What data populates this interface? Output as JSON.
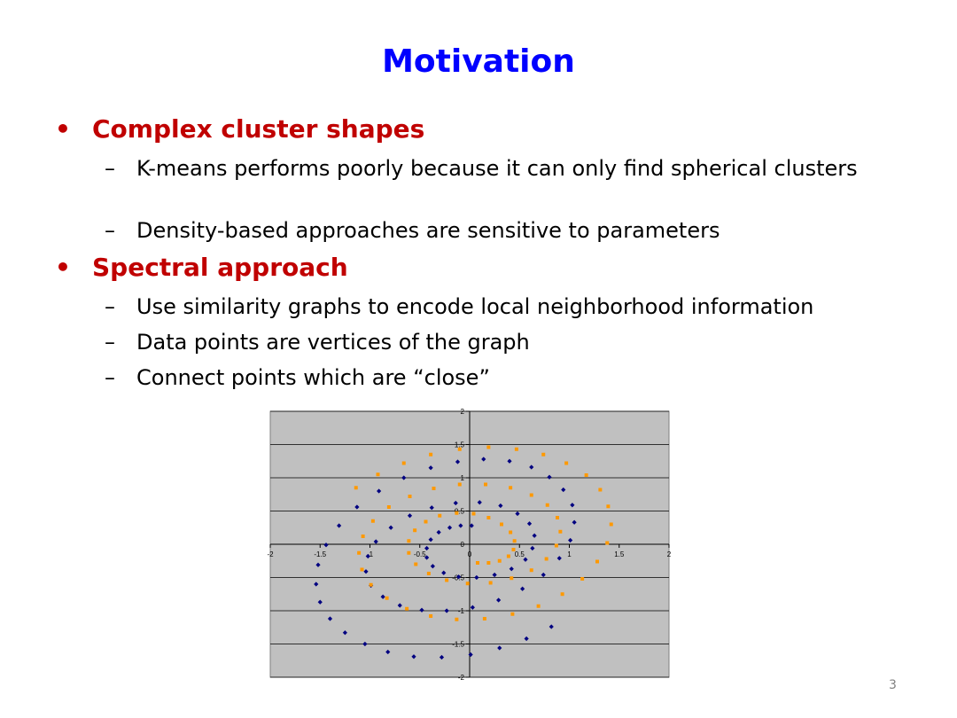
{
  "slide": {
    "title": "Motivation",
    "page_number": "3"
  },
  "bullets": [
    {
      "glyph": "•",
      "text": "Complex cluster shapes",
      "subs": [
        {
          "glyph": "–",
          "text": "K-means performs poorly because it can only find spherical clusters"
        },
        {
          "glyph": "–",
          "text": "Density-based approaches are sensitive to parameters"
        }
      ]
    },
    {
      "glyph": "•",
      "text": "Spectral approach",
      "subs": [
        {
          "glyph": "–",
          "text": "Use similarity graphs to encode local neighborhood information"
        },
        {
          "glyph": "–",
          "text": "Data points are vertices of the graph"
        },
        {
          "glyph": "–",
          "text": "Connect points which are “close”"
        }
      ]
    }
  ],
  "chart_data": {
    "type": "scatter",
    "xlim": [
      -2,
      2
    ],
    "ylim": [
      -2,
      2
    ],
    "x_ticks": [
      "-2",
      "-1.5",
      "-1",
      "-0.5",
      "0",
      "0.5",
      "1",
      "1.5",
      "2"
    ],
    "y_ticks": [
      "2",
      "1.5",
      "1",
      "0.5",
      "0",
      "-0.5",
      "-1",
      "-1.5",
      "-2"
    ],
    "grid": true,
    "background": "#c0c0c0",
    "series": [
      {
        "color": "#000080",
        "marker": "diamond",
        "x": [
          0.02,
          -0.09,
          -0.2,
          -0.31,
          -0.39,
          -0.43,
          -0.43,
          -0.37,
          -0.26,
          -0.11,
          0.07,
          0.25,
          0.42,
          0.56,
          0.63,
          0.65,
          0.6,
          0.48,
          0.31,
          0.1,
          -0.14,
          -0.38,
          -0.6,
          -0.79,
          -0.94,
          -1.02,
          -1.04,
          -0.99,
          -0.87,
          -0.7,
          -0.48,
          -0.23,
          0.03,
          0.29,
          0.53,
          0.74,
          0.9,
          1.01,
          1.05,
          1.03,
          0.94,
          0.8,
          0.62,
          0.4,
          0.14,
          -0.12,
          -0.39,
          -0.66,
          -0.91,
          -1.13,
          -1.31,
          -1.44,
          -1.52,
          -1.54,
          -1.5,
          -1.4,
          -1.25,
          -1.05,
          -0.82,
          -0.56,
          -0.28,
          0.01,
          0.3,
          0.57,
          0.82
        ],
        "y": [
          0.28,
          0.28,
          0.25,
          0.18,
          0.07,
          -0.06,
          -0.2,
          -0.33,
          -0.43,
          -0.49,
          -0.5,
          -0.46,
          -0.37,
          -0.23,
          -0.06,
          0.13,
          0.31,
          0.46,
          0.58,
          0.63,
          0.62,
          0.55,
          0.43,
          0.25,
          0.04,
          -0.18,
          -0.41,
          -0.62,
          -0.79,
          -0.92,
          -0.99,
          -1.0,
          -0.95,
          -0.84,
          -0.67,
          -0.46,
          -0.21,
          0.06,
          0.33,
          0.59,
          0.82,
          1.01,
          1.16,
          1.25,
          1.28,
          1.24,
          1.15,
          1.0,
          0.8,
          0.56,
          0.28,
          -0.01,
          -0.31,
          -0.6,
          -0.87,
          -1.12,
          -1.33,
          -1.5,
          -1.62,
          -1.69,
          -1.7,
          -1.66,
          -1.56,
          -1.42,
          -1.24
        ]
      },
      {
        "color": "#ff9900",
        "marker": "square",
        "x": [
          0.08,
          0.19,
          0.3,
          0.39,
          0.44,
          0.45,
          0.41,
          0.32,
          0.19,
          0.04,
          -0.13,
          -0.3,
          -0.44,
          -0.55,
          -0.61,
          -0.61,
          -0.54,
          -0.41,
          -0.23,
          -0.02,
          0.21,
          0.42,
          0.62,
          0.77,
          0.87,
          0.91,
          0.88,
          0.78,
          0.62,
          0.41,
          0.16,
          -0.1,
          -0.36,
          -0.6,
          -0.81,
          -0.97,
          -1.07,
          -1.11,
          -1.08,
          -0.99,
          -0.83,
          -0.63,
          -0.39,
          -0.13,
          0.15,
          0.43,
          0.69,
          0.93,
          1.13,
          1.28,
          1.38,
          1.42,
          1.39,
          1.31,
          1.17,
          0.97,
          0.74,
          0.47,
          0.19,
          -0.1,
          -0.39,
          -0.66,
          -0.92,
          -1.14
        ],
        "y": [
          -0.28,
          -0.28,
          -0.25,
          -0.18,
          -0.08,
          0.05,
          0.18,
          0.3,
          0.4,
          0.46,
          0.47,
          0.43,
          0.34,
          0.21,
          0.05,
          -0.13,
          -0.3,
          -0.44,
          -0.54,
          -0.59,
          -0.58,
          -0.51,
          -0.39,
          -0.22,
          -0.02,
          0.19,
          0.4,
          0.59,
          0.74,
          0.85,
          0.9,
          0.9,
          0.84,
          0.72,
          0.56,
          0.35,
          0.12,
          -0.13,
          -0.38,
          -0.61,
          -0.81,
          -0.97,
          -1.08,
          -1.13,
          -1.12,
          -1.05,
          -0.93,
          -0.75,
          -0.52,
          -0.26,
          0.02,
          0.3,
          0.57,
          0.82,
          1.04,
          1.22,
          1.35,
          1.43,
          1.46,
          1.43,
          1.35,
          1.22,
          1.05,
          0.85
        ]
      }
    ]
  }
}
